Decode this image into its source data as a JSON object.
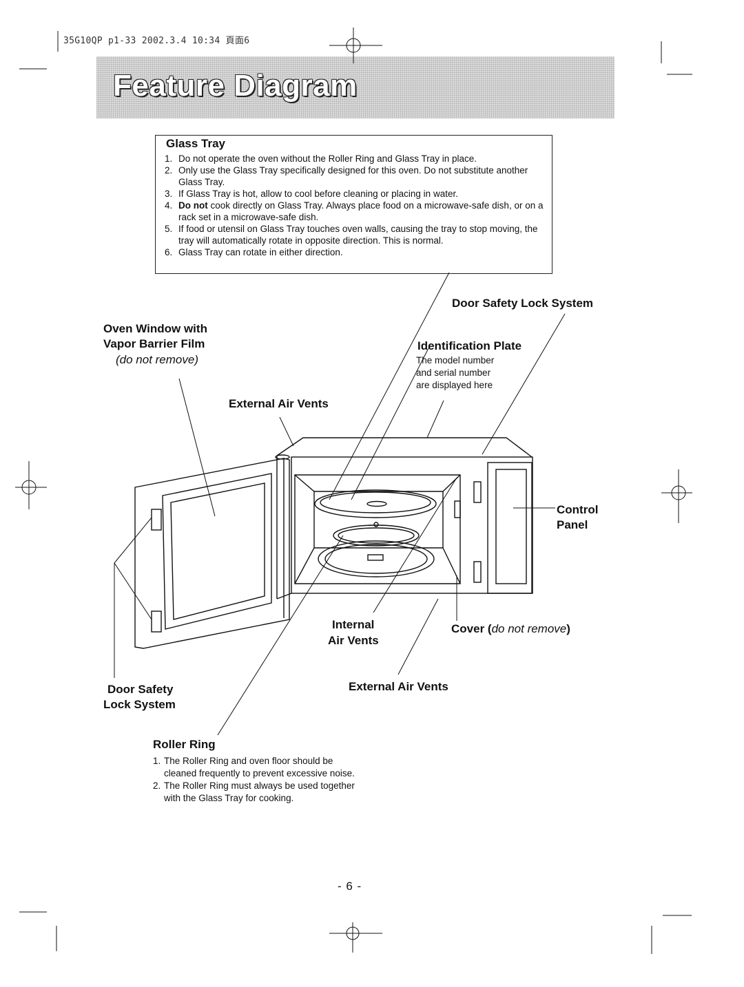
{
  "print_header": "35G10QP p1-33  2002.3.4 10:34 頁面6",
  "banner_title": "Feature Diagram",
  "glass_tray": {
    "title": "Glass Tray",
    "items": [
      {
        "num": "1.",
        "text": "Do not operate the oven without the Roller Ring and Glass Tray in place."
      },
      {
        "num": "2.",
        "text": "Only use the Glass Tray specifically designed for this oven. Do not substitute another Glass Tray."
      },
      {
        "num": "3.",
        "text": "If Glass Tray is hot, allow to cool before cleaning or placing in water."
      },
      {
        "num": "4.",
        "bold": "Do not",
        "text": " cook directly on Glass Tray. Always place food on a microwave-safe dish, or on a rack set in a microwave-safe dish."
      },
      {
        "num": "5.",
        "text": "If food or utensil on Glass Tray touches oven walls, causing the tray to stop moving, the tray will automatically rotate in opposite direction. This is normal."
      },
      {
        "num": "6.",
        "text": "Glass Tray can rotate in either direction."
      }
    ]
  },
  "labels": {
    "door_safety_top": "Door Safety Lock System",
    "oven_window_1": "Oven Window with",
    "oven_window_2": "Vapor Barrier Film",
    "oven_window_3": "(do not remove)",
    "id_plate_title": "Identification Plate",
    "id_plate_1": "The model number",
    "id_plate_2": "and serial number",
    "id_plate_3": "are displayed here",
    "external_vents_top": "External Air Vents",
    "control_panel_1": "Control",
    "control_panel_2": "Panel",
    "internal_vents_1": "Internal",
    "internal_vents_2": "Air Vents",
    "cover_1": "Cover (",
    "cover_2": "do not remove",
    "cover_3": ")",
    "door_safety_bottom_1": "Door Safety",
    "door_safety_bottom_2": "Lock System",
    "external_vents_bottom": "External Air Vents"
  },
  "roller_ring": {
    "title": "Roller Ring",
    "items": [
      {
        "num": "1.",
        "text": "The Roller Ring and oven floor should be cleaned frequently to prevent excessive noise."
      },
      {
        "num": "2.",
        "text": "The Roller Ring must always be used together with the Glass Tray for cooking."
      }
    ]
  },
  "page_number": "- 6 -"
}
